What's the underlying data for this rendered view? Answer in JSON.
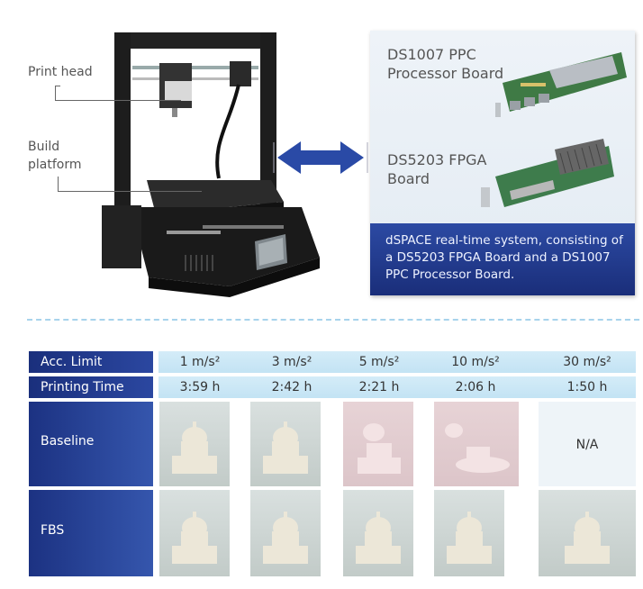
{
  "printer": {
    "label_print_head": "Print head",
    "label_build_platform_line1": "Build",
    "label_build_platform_line2": "platform"
  },
  "panel": {
    "board1_line1": "DS1007 PPC",
    "board1_line2": "Processor Board",
    "board2_line1": "DS5203 FPGA",
    "board2_line2": "Board",
    "caption": "dSPACE real-time system, consisting of a DS5203 FPGA Board and a DS1007 PPC Processor Board."
  },
  "table": {
    "row1_label": "Acc. Limit",
    "row2_label": "Printing Time",
    "row3_label": "Baseline",
    "row4_label": "FBS",
    "acc_limits": [
      "1 m/s²",
      "3 m/s²",
      "5 m/s²",
      "10 m/s²",
      "30 m/s²"
    ],
    "printing_times": [
      "3:59 h",
      "2:42 h",
      "2:21 h",
      "2:06 h",
      "1:50 h"
    ],
    "baseline_na": "N/A"
  },
  "colors": {
    "accent_dark_blue": "#1a2e7a",
    "band_light_blue": "#cde8f6",
    "arrow_blue": "#2a4aa6"
  }
}
